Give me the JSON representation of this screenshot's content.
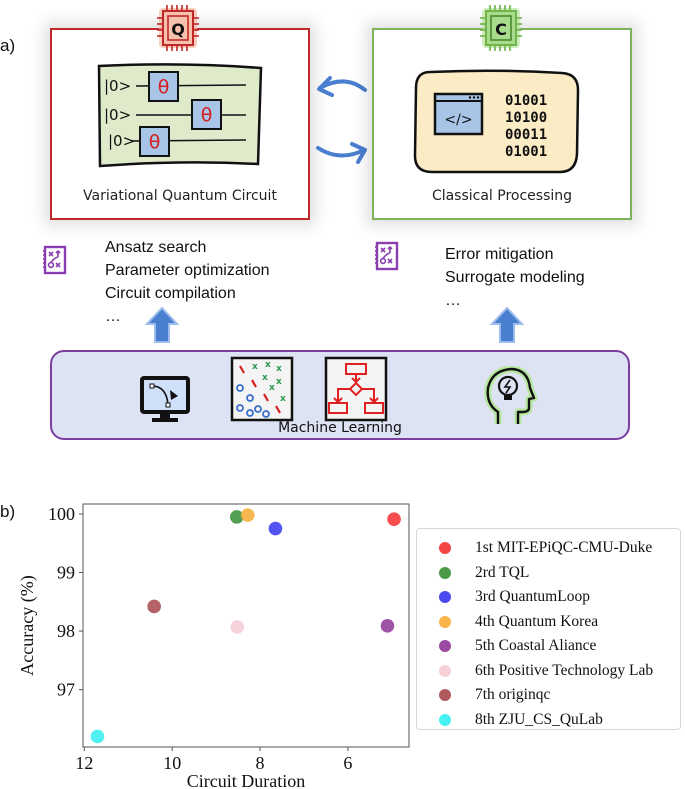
{
  "panel_a": {
    "label": "a)",
    "quantum_box": {
      "chip_letter": "Q",
      "caption": "Variational Quantum Circuit",
      "qubit_labels": [
        "|0>",
        "|0>",
        "|0>"
      ],
      "gate_symbol": "θ",
      "border_color": "#c0282a",
      "ml_tasks": [
        "Ansatz search",
        "Parameter optimization",
        "Circuit compilation",
        "…"
      ]
    },
    "classical_box": {
      "chip_letter": "C",
      "caption": "Classical Processing",
      "code_symbol": "</>",
      "binary_lines": [
        "01001",
        "10100",
        "00011",
        "01001"
      ],
      "border_color": "#7db35a",
      "ml_tasks": [
        "Error mitigation",
        "Surrogate modeling",
        "…"
      ]
    },
    "ml_box": {
      "label": "Machine Learning",
      "icons": [
        "monitor-curve-icon",
        "scatter-classification-icon",
        "flowchart-icon",
        "head-lightbulb-icon"
      ],
      "border_color": "#7b3fa0",
      "fill_color": "#dde3f3"
    },
    "arrow_color": "#4a7fcf"
  },
  "panel_b": {
    "label": "b)"
  },
  "chart_data": {
    "type": "scatter",
    "title": "",
    "xlabel": "Circuit Duration",
    "ylabel": "Accuracy (%)",
    "xlim": [
      12.03,
      4.61
    ],
    "ylim": [
      96.02,
      100.17
    ],
    "x_inverted": true,
    "xticks": [
      12,
      10,
      8,
      6
    ],
    "yticks": [
      97,
      98,
      99,
      100
    ],
    "grid": false,
    "legend_position": "right",
    "series": [
      {
        "name": "1st MIT-EPiQC-CMU-Duke",
        "color": "#f54444",
        "x": 4.95,
        "y": 99.91
      },
      {
        "name": "2rd TQL",
        "color": "#4a9a48",
        "x": 8.53,
        "y": 99.95
      },
      {
        "name": "3rd QuantumLoop",
        "color": "#4a4af0",
        "x": 7.65,
        "y": 99.75
      },
      {
        "name": "4th Quantum Korea",
        "color": "#f8b448",
        "x": 8.28,
        "y": 99.98
      },
      {
        "name": "5th Coastal Aliance",
        "color": "#9a4aa0",
        "x": 5.1,
        "y": 98.09
      },
      {
        "name": "6th Positive Technology Lab",
        "color": "#f8d0d8",
        "x": 8.52,
        "y": 98.07
      },
      {
        "name": "7th originqc",
        "color": "#b05a5e",
        "x": 10.41,
        "y": 98.42
      },
      {
        "name": "8th ZJU_CS_QuLab",
        "color": "#48f0f0",
        "x": 11.7,
        "y": 96.2
      }
    ]
  }
}
